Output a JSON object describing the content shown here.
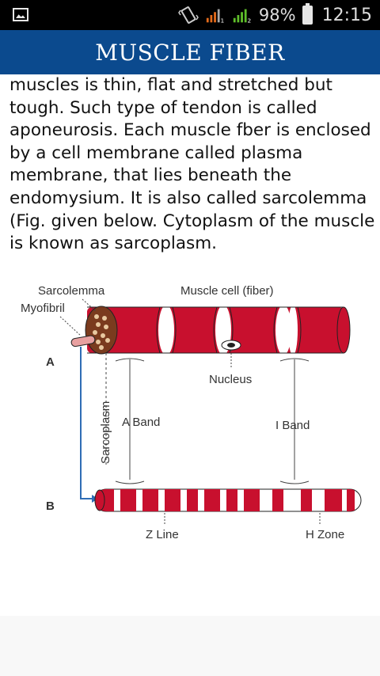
{
  "status": {
    "battery": "98%",
    "time": "12:15"
  },
  "header": {
    "title": "MUSCLE FIBER"
  },
  "paragraph": "muscles is thin, flat and stretched but tough. Such type of tendon is called aponeurosis. Each muscle fber is enclosed by a cell membrane called plasma membrane, that lies beneath the endomysium. It is also called sarcolemma (Fig. given below. Cytoplasm of the muscle is known as sarcoplasm.",
  "figure": {
    "labels": {
      "sarcolemma": "Sarcolemma",
      "myofibril": "Myofibril",
      "muscle_cell": "Muscle cell (fiber)",
      "nucleus": "Nucleus",
      "a_band": "A Band",
      "i_band": "I Band",
      "sarcoplasm": "Sarcoplasm",
      "z_line": "Z Line",
      "h_zone": "H Zone",
      "a": "A",
      "b": "B"
    },
    "colors": {
      "red": "#c8102e",
      "blue": "#2f6db5",
      "gray": "#555555"
    }
  }
}
